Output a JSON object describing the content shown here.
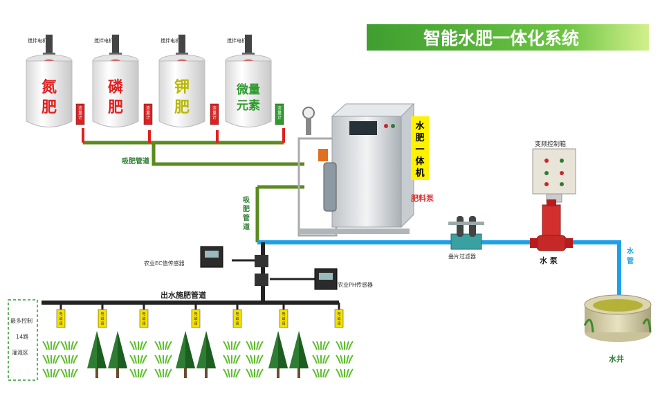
{
  "title": "智能水肥一体化系统",
  "colors": {
    "title_bg": "#4cae3a",
    "title_bg_end": "#c4ec7c",
    "pipe_suction": "#5b8a1e",
    "pipe_water": "#1ea0e8",
    "pipe_outlet": "#222222",
    "pipe_red": "#e02020",
    "tank_red": "#e02020",
    "tank_yellow": "#b8b800",
    "tank_green": "#2e9a2e",
    "tree": "#2e7d32"
  },
  "tanks": [
    {
      "motor_label": "搅拌电机",
      "text_line1": "氮",
      "text_line2": "肥",
      "color": "#e02020",
      "meter": "流量计"
    },
    {
      "motor_label": "搅拌电机",
      "text_line1": "磷",
      "text_line2": "肥",
      "color": "#e02020",
      "meter": "流量计"
    },
    {
      "motor_label": "搅拌电机",
      "text_line1": "钾",
      "text_line2": "肥",
      "color": "#b8b800",
      "meter": "流量计"
    },
    {
      "motor_label": "搅拌电机",
      "text_line1": "微量",
      "text_line2": "元素",
      "color": "#2e9a2e",
      "meter": "流量计"
    }
  ],
  "labels": {
    "suction_pipe_h": "吸肥管道",
    "suction_pipe_v": "吸肥管道",
    "machine": "水肥一体机",
    "fert_pump": "肥料泵",
    "control_cabinet": "变频控制箱",
    "water_pump": "水 泵",
    "water_pipe": "水管",
    "filter": "叠片过滤器",
    "sensor_ec": "农业EC值传感器",
    "sensor_ph": "农业PH传感器",
    "outlet_pipe": "出水施肥管道",
    "well": "水井",
    "zone_line1": "最多控制",
    "zone_line2": "14路",
    "zone_line3": "灌溉区",
    "valve": "电磁阀"
  }
}
